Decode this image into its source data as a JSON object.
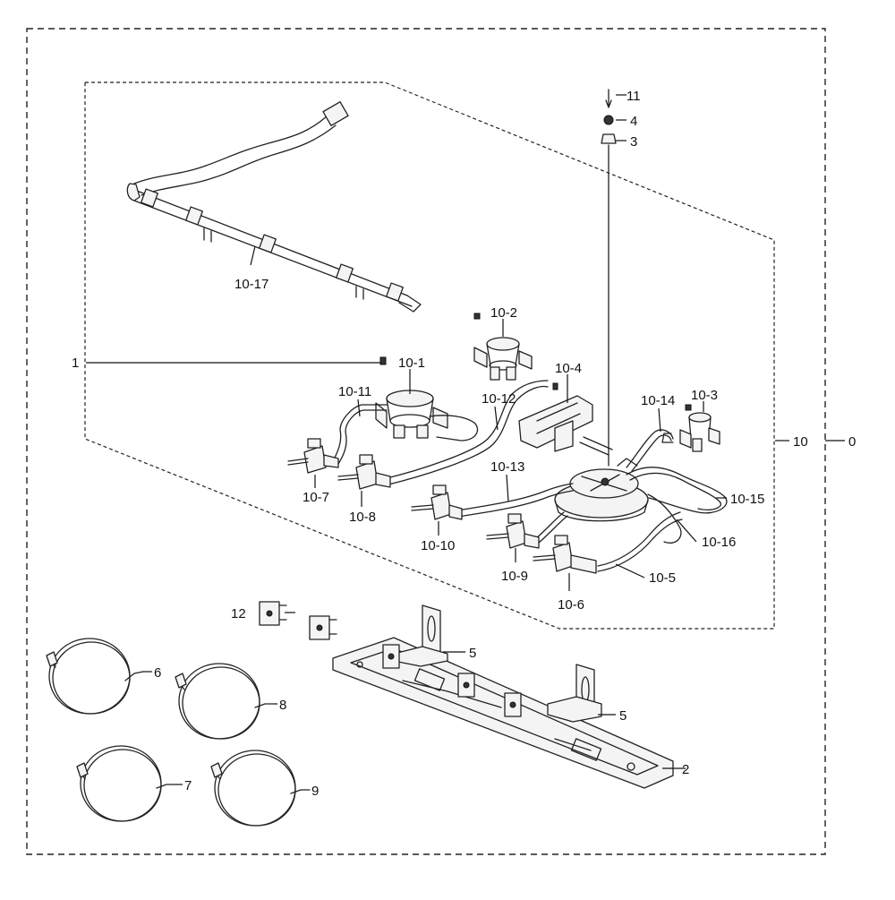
{
  "labels": {
    "l0": "0",
    "l1": "1",
    "l2": "2",
    "l3": "3",
    "l4": "4",
    "l5a": "5",
    "l5b": "5",
    "l6": "6",
    "l7": "7",
    "l8": "8",
    "l9": "9",
    "l10": "10",
    "l11": "11",
    "l12": "12",
    "l10_1": "10-1",
    "l10_2": "10-2",
    "l10_3": "10-3",
    "l10_4": "10-4",
    "l10_5": "10-5",
    "l10_6": "10-6",
    "l10_7": "10-7",
    "l10_8": "10-8",
    "l10_9": "10-9",
    "l10_10": "10-10",
    "l10_11": "10-11",
    "l10_12": "10-12",
    "l10_13": "10-13",
    "l10_14": "10-14",
    "l10_15": "10-15",
    "l10_16": "10-16",
    "l10_17": "10-17"
  },
  "icons": {
    "valve": "gas-valve-icon",
    "burner": "burner-base-icon",
    "thermocouple": "thermocouple-coil-icon",
    "bracket": "mounting-bracket-icon"
  }
}
